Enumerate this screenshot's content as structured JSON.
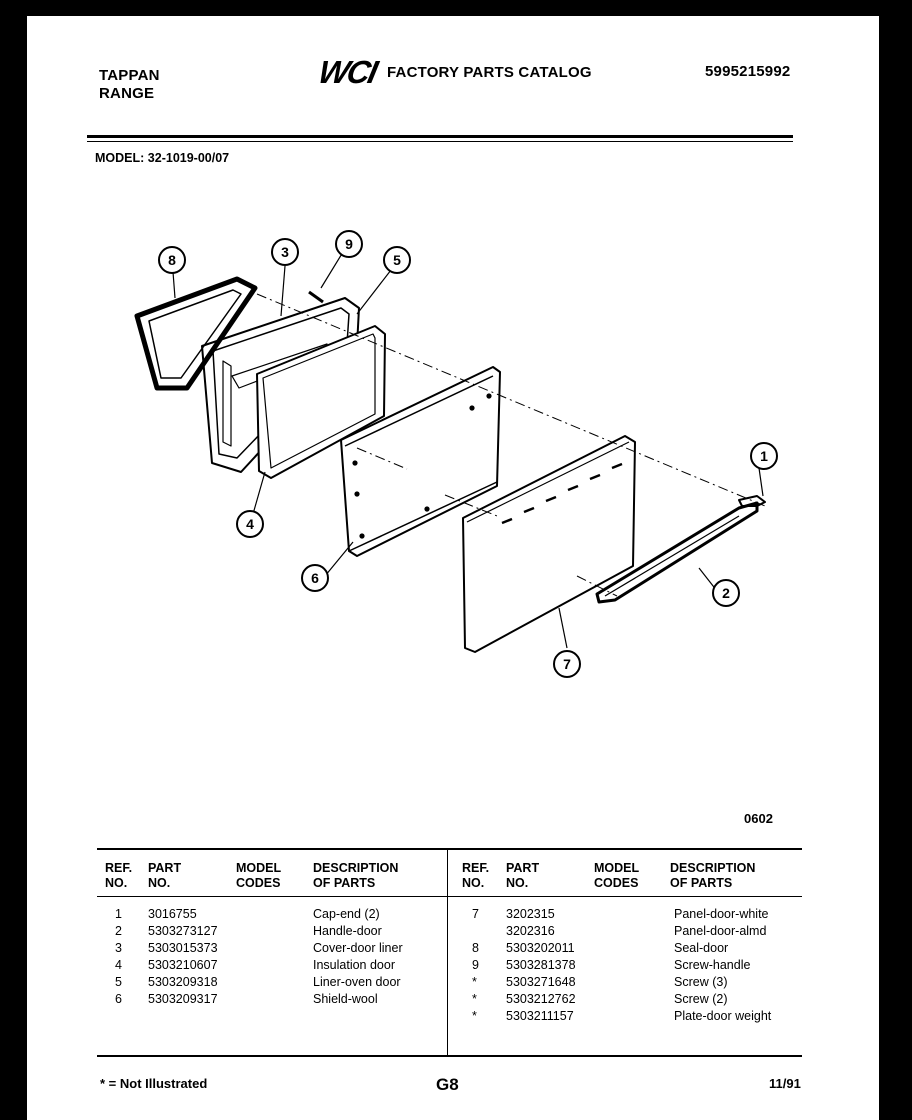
{
  "header": {
    "brand_line1": "TAPPAN",
    "brand_line2": "RANGE",
    "logo_text": "WCI",
    "catalog_title": "FACTORY PARTS CATALOG",
    "catalog_number": "5995215992",
    "model_label": "MODEL:",
    "model_value": "32-1019-00/07"
  },
  "diagram": {
    "callouts": [
      "1",
      "2",
      "3",
      "4",
      "5",
      "6",
      "7",
      "8",
      "9"
    ],
    "code": "0602"
  },
  "table": {
    "left": {
      "headers": {
        "ref": [
          "REF.",
          "NO."
        ],
        "part": [
          "PART",
          "NO."
        ],
        "model": [
          "MODEL",
          "CODES"
        ],
        "desc": [
          "DESCRIPTION",
          "OF PARTS"
        ]
      },
      "rows": [
        {
          "ref": "1",
          "part": "3016755",
          "model": "",
          "desc": "Cap-end (2)"
        },
        {
          "ref": "2",
          "part": "5303273127",
          "model": "",
          "desc": "Handle-door"
        },
        {
          "ref": "3",
          "part": "5303015373",
          "model": "",
          "desc": "Cover-door liner"
        },
        {
          "ref": "4",
          "part": "5303210607",
          "model": "",
          "desc": "Insulation door"
        },
        {
          "ref": "5",
          "part": "5303209318",
          "model": "",
          "desc": "Liner-oven door"
        },
        {
          "ref": "6",
          "part": "5303209317",
          "model": "",
          "desc": "Shield-wool"
        }
      ]
    },
    "right": {
      "headers": {
        "ref": [
          "REF.",
          "NO."
        ],
        "part": [
          "PART",
          "NO."
        ],
        "model": [
          "MODEL",
          "CODES"
        ],
        "desc": [
          "DESCRIPTION",
          "OF PARTS"
        ]
      },
      "rows": [
        {
          "ref": "7",
          "part": "3202315",
          "model": "",
          "desc": "Panel-door-white"
        },
        {
          "ref": "",
          "part": "3202316",
          "model": "",
          "desc": "Panel-door-almd"
        },
        {
          "ref": "8",
          "part": "5303202011",
          "model": "",
          "desc": "Seal-door"
        },
        {
          "ref": "9",
          "part": "5303281378",
          "model": "",
          "desc": "Screw-handle"
        },
        {
          "ref": "*",
          "part": "5303271648",
          "model": "",
          "desc": "Screw (3)"
        },
        {
          "ref": "*",
          "part": "5303212762",
          "model": "",
          "desc": "Screw (2)"
        },
        {
          "ref": "*",
          "part": "5303211157",
          "model": "",
          "desc": "Plate-door weight"
        }
      ]
    }
  },
  "footer": {
    "note": "* = Not Illustrated",
    "page_code": "G8",
    "date": "11/91"
  }
}
